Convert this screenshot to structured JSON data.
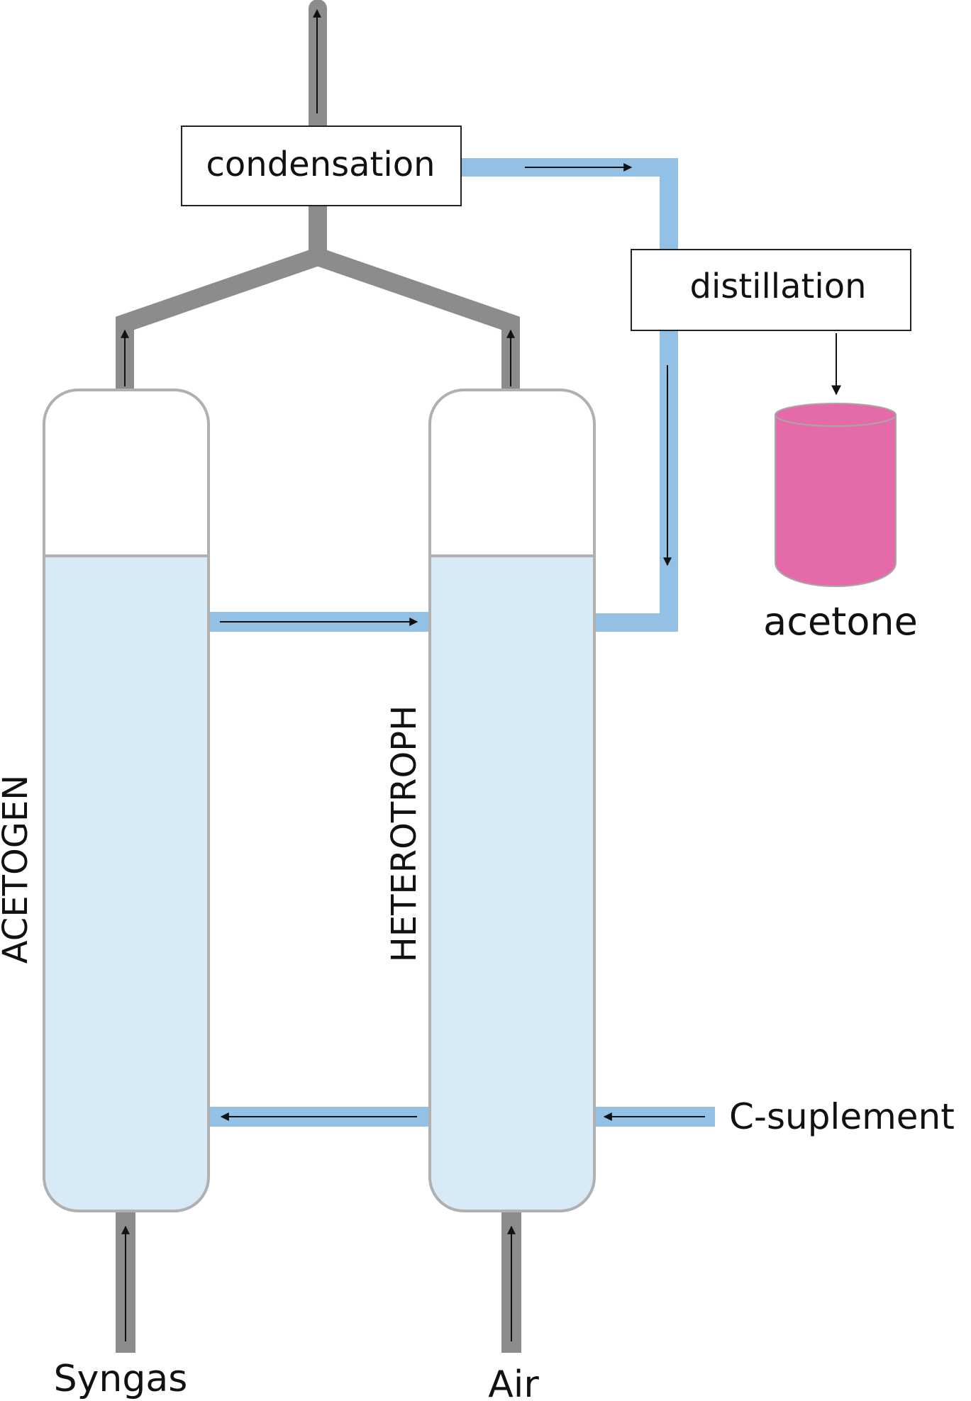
{
  "colors": {
    "gas_pipe": "#8c8c8c",
    "liquid_pipe": "#93c1e6",
    "liquid_fill": "#d9eaf7",
    "vessel_outline": "#b0b0b0",
    "acetone_tank": "#e56aa8",
    "arrow": "#111111"
  },
  "units": {
    "condensation": "condensation",
    "distillation": "distillation"
  },
  "reactors": {
    "acetogen": "ACETOGEN",
    "heterotroph": "HETEROTROPH"
  },
  "inputs": {
    "syngas": "Syngas",
    "air": "Air",
    "c_supplement": "C-suplement"
  },
  "product": {
    "acetone": "acetone"
  }
}
